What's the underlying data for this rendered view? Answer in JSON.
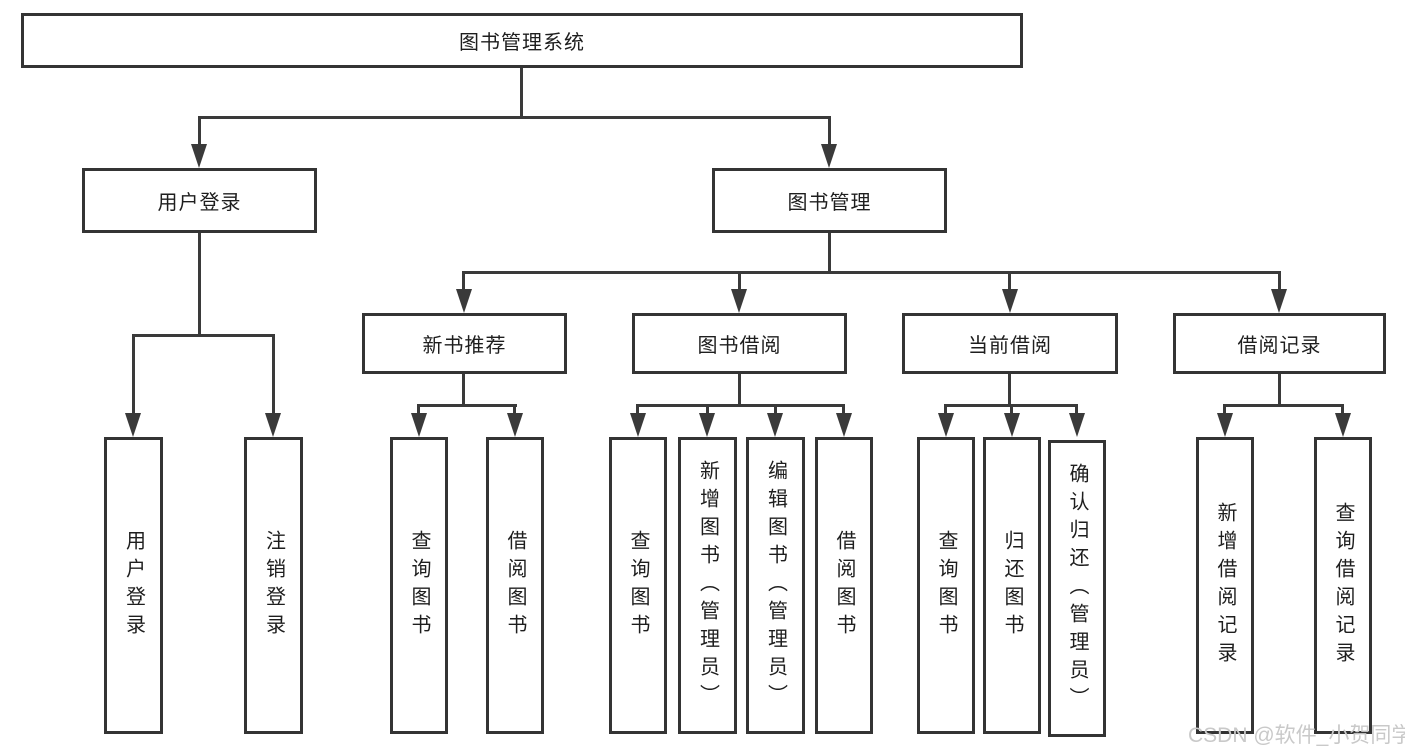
{
  "tree": {
    "root": {
      "label": "图书管理系统",
      "children": [
        {
          "label": "用户登录",
          "children": [
            {
              "label": "用户登录"
            },
            {
              "label": "注销登录"
            }
          ]
        },
        {
          "label": "图书管理",
          "children": [
            {
              "label": "新书推荐",
              "children": [
                {
                  "label": "查询图书"
                },
                {
                  "label": "借阅图书"
                }
              ]
            },
            {
              "label": "图书借阅",
              "children": [
                {
                  "label": "查询图书"
                },
                {
                  "label": "新增图书（管理员）"
                },
                {
                  "label": "编辑图书（管理员）"
                },
                {
                  "label": "借阅图书"
                }
              ]
            },
            {
              "label": "当前借阅",
              "children": [
                {
                  "label": "查询图书"
                },
                {
                  "label": "归还图书"
                },
                {
                  "label": "确认归还（管理员）"
                }
              ]
            },
            {
              "label": "借阅记录",
              "children": [
                {
                  "label": "新增借阅记录"
                },
                {
                  "label": "查询借阅记录"
                }
              ]
            }
          ]
        }
      ]
    }
  },
  "watermark": "CSDN @软件_小贺同学",
  "colors": {
    "line": "#3a3a3a",
    "box_border": "#343434",
    "text": "#1e1e1e",
    "watermark": "#c9c9c9",
    "background": "#ffffff"
  }
}
